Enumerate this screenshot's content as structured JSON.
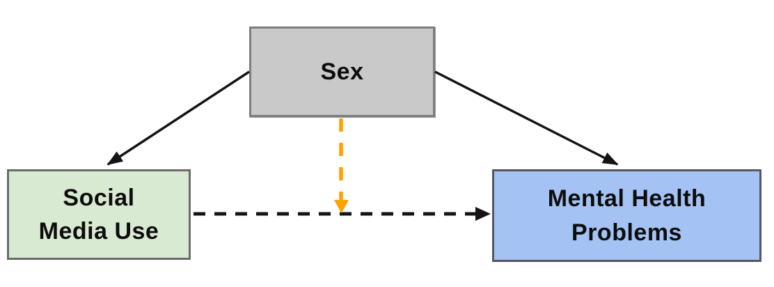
{
  "diagram": {
    "type": "moderation-model",
    "background": "#ffffff",
    "nodes": [
      {
        "id": "sex",
        "label": "Sex",
        "fill": "#c9c9c9",
        "border": "#7d7d7d"
      },
      {
        "id": "social-media-use",
        "label": "Social\nMedia Use",
        "fill": "#d9ead3",
        "border": "#6a6a6a"
      },
      {
        "id": "mental-health-problems",
        "label": "Mental Health\nProblems",
        "fill": "#a4c2f4",
        "border": "#565660"
      }
    ],
    "edges": [
      {
        "from": "sex",
        "to": "social-media-use",
        "line": "solid",
        "color": "#141414"
      },
      {
        "from": "sex",
        "to": "mental-health-problems",
        "line": "solid",
        "color": "#141414"
      },
      {
        "from": "social-media-use",
        "to": "mental-health-problems",
        "line": "dashed",
        "color": "#141414"
      },
      {
        "from": "sex",
        "to": "path: social-media-use to mental-health-problems",
        "line": "dashed",
        "color": "#ffa200"
      }
    ],
    "colors": {
      "arrow_black": "#141414",
      "arrow_orange": "#ffa200"
    }
  }
}
